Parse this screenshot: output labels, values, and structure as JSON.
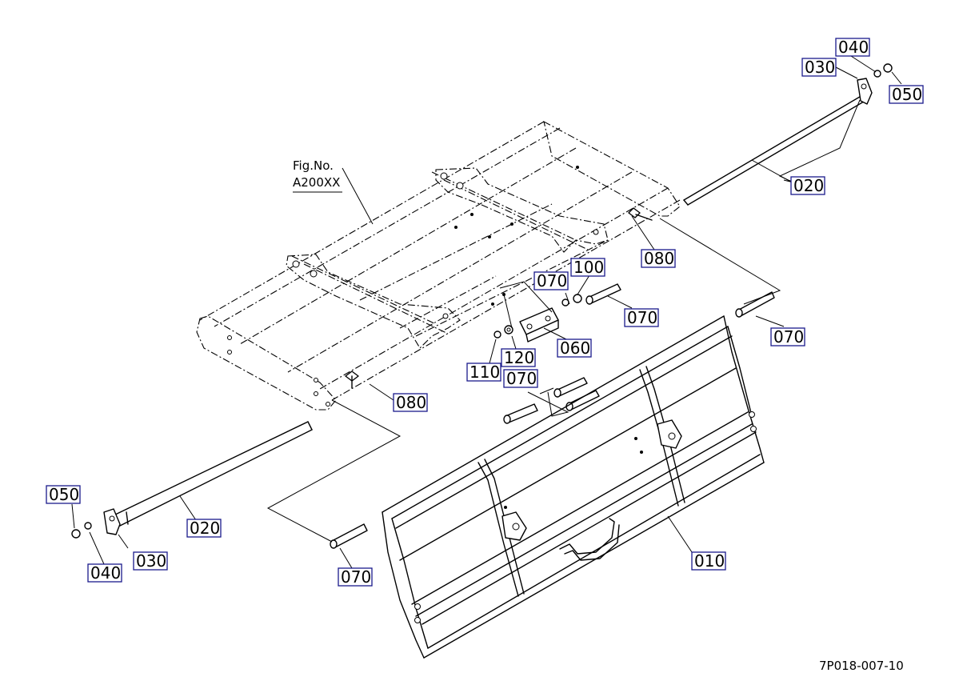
{
  "figure_ref": {
    "line1": "Fig.No.",
    "line2": "A200XX"
  },
  "drawing_code": "7P018-007-10",
  "callouts": {
    "c040_top": "040",
    "c030_top": "030",
    "c050_top": "050",
    "c020_top": "020",
    "c080_right": "080",
    "c070_a": "070",
    "c100": "100",
    "c070_b": "070",
    "c070_c": "070",
    "c060": "060",
    "c120": "120",
    "c110": "110",
    "c070_d": "070",
    "c080_left": "080",
    "c050_left": "050",
    "c020_left": "020",
    "c030_left": "030",
    "c040_left": "040",
    "c070_e": "070",
    "c010": "010"
  },
  "colors": {
    "callout_border": "#1a1a8c",
    "line": "#000000",
    "background": "#ffffff"
  }
}
